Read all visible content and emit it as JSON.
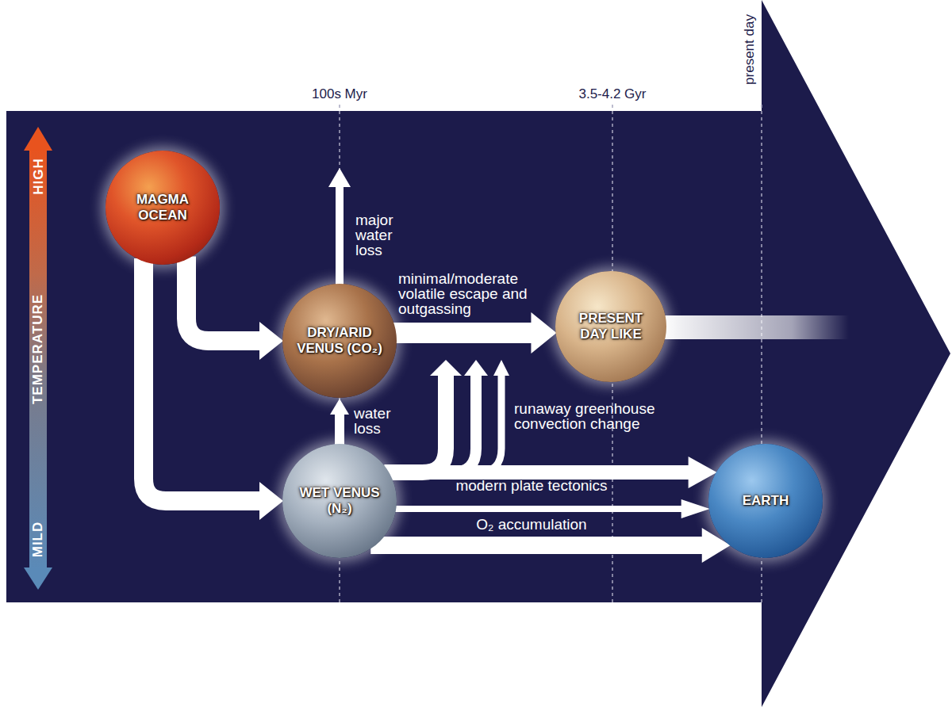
{
  "diagram": {
    "nodes": [
      {
        "text": [
          "MAGMA OCEAN"
        ]
      },
      {
        "text": [
          "DRY/ARID VENUS (CO₂)"
        ]
      },
      {
        "text": [
          "PRESENT DAY LIKE"
        ]
      },
      {
        "text": [
          "WET VENUS (N₂)"
        ]
      },
      {
        "text": [
          "EARTH"
        ]
      }
    ],
    "edges": [
      {
        "from": 0,
        "to": 1,
        "arrow": "to"
      },
      {
        "from": 0,
        "to": 3,
        "arrow": "to"
      },
      {
        "from": 1,
        "to": 2,
        "label": "minimal/moderate volatile escape and outgassing",
        "arrow": "to"
      },
      {
        "from": 3,
        "to": 1,
        "label": "water loss",
        "arrow": "to"
      },
      {
        "from": 3,
        "to": 1,
        "arrow": "to"
      },
      {
        "from": 3,
        "to": 1,
        "arrow": "to"
      },
      {
        "from": 3,
        "to": 1,
        "label": "runaway greenhouse convection change",
        "arrow": "to"
      },
      {
        "from": 3,
        "to": 4,
        "arrow": "to"
      },
      {
        "from": 3,
        "to": 4,
        "label": "modern plate tectonics",
        "arrow": "to"
      },
      {
        "from": 3,
        "to": 4,
        "label": "O₂ accumulation",
        "arrow": "to"
      }
    ],
    "labels": [
      "100s Myr",
      "3.5-4.2 Gyr",
      "present day",
      "HIGH",
      "TEMPERATURE",
      "MILD",
      "major water loss"
    ]
  }
}
